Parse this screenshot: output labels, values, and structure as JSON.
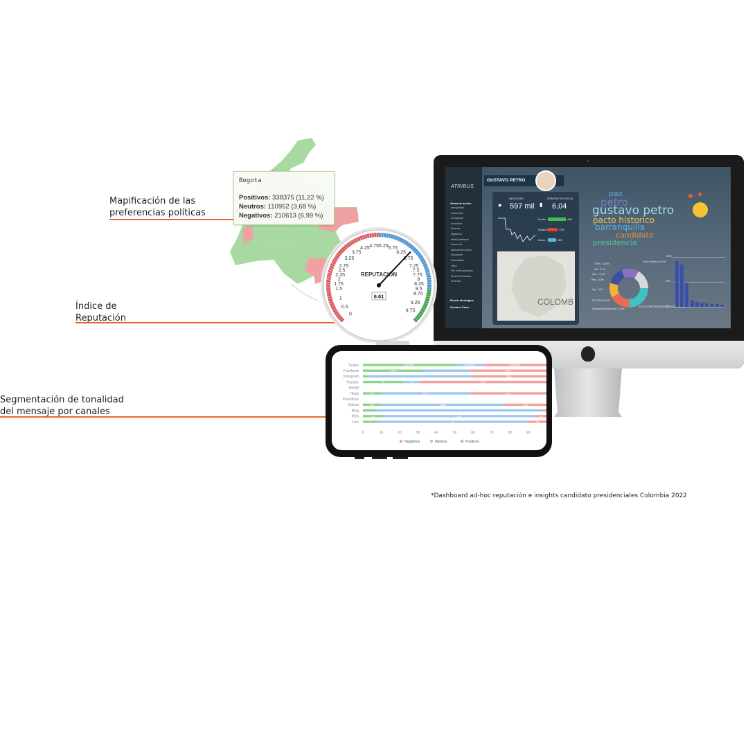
{
  "callouts": {
    "map": {
      "line1": "Mapificación de las",
      "line2": "preferencias políticas"
    },
    "reputation": {
      "line1": "Índice de",
      "line2": "Reputación"
    },
    "channels": {
      "line1": "Segmentación de tonalidad",
      "line2": "del mensaje por canales"
    }
  },
  "map_tooltip": {
    "city": "Bogota",
    "positivos_label": "Positivos:",
    "positivos_value": "338375 (11,22 %)",
    "neutros_label": "Neutros:",
    "neutros_value": "110952 (3,68 %)",
    "negativos_label": "Negativos:",
    "negativos_value": "210613 (6,99 %)"
  },
  "gauge": {
    "title": "REPUTACIÓN",
    "value": 6.61,
    "value_label": "6.61",
    "min": 0,
    "max": 10,
    "tick_labels": [
      "0",
      "0.5",
      "1",
      "1.5",
      "1.75",
      "2",
      "2.25",
      "2.5",
      "2.75",
      "3.25",
      "3.75",
      "4.25",
      "4.75",
      "5.25",
      "5.75",
      "6.25",
      "6.75",
      "7.25",
      "7.5",
      "7.75",
      "8",
      "8.25",
      "8.5",
      "8.75",
      "9.25",
      "9.75"
    ]
  },
  "dashboard": {
    "logo": "ATRIBUS",
    "candidate": "GUSTAVO PETRO",
    "sidebar_heading": "Áreas de acción",
    "sidebar_items": [
      "Inseguridad",
      "Desempleo",
      "Corrupción",
      "Economía",
      "Pobreza",
      "Migración",
      "Medio Ambiente",
      "Desarrollo",
      "Agricultura-Campo",
      "Educación",
      "Narcotráfico",
      "Vejez",
      "Rel. Internacionales",
      "Servicios Públicos",
      "Vivienda"
    ],
    "sidebar_footer": [
      "Escala ideológica",
      "Gustavo Petro"
    ],
    "menciones_label": "MENCIONES",
    "menciones_value": "597 mil",
    "termometro_label": "TERMÓMETRO SOCIAL",
    "termometro_value": "6,04",
    "sentiment_rows": [
      {
        "label": "Positivo",
        "value": "40%",
        "color": "#3fbf4f",
        "fraction": 0.4
      },
      {
        "label": "Negativo",
        "value": "22%",
        "color": "#e5413b",
        "fraction": 0.22
      },
      {
        "label": "Neutro",
        "value": "18%",
        "color": "#5ab7d6",
        "fraction": 0.18
      }
    ],
    "map_label": "COLOMB",
    "wordcloud": [
      {
        "text": "paz",
        "color": "#6aa0d8"
      },
      {
        "text": "petro",
        "color": "#6d7fc4"
      },
      {
        "text": "gustavo petro",
        "color": "#9fd9e9"
      },
      {
        "text": "pacto historico",
        "color": "#e8c15a"
      },
      {
        "text": "barranquilla",
        "color": "#5bb0e6"
      },
      {
        "text": "candidato",
        "color": "#e8913d"
      },
      {
        "text": "presidencia",
        "color": "#55c29a"
      }
    ],
    "donut_labels": [
      "Pacto Histórico 25,0%",
      "TV/Pr... 6,52%",
      "Vill... 5,7%",
      "Soci... 5,4%",
      "Rep... 5,0%",
      "Ing... 3,6%",
      "POLÍTICA 5,26%",
      "Campaña Presidencial 12,29%",
      "ELECCIONES PRESIDENCIALES 17,09%"
    ],
    "bar_values": [
      92,
      85,
      48,
      12,
      10,
      8,
      7,
      6,
      5,
      4
    ],
    "bar_axis": [
      "0%",
      "50%",
      "100%"
    ]
  },
  "chart_data": {
    "type": "bar",
    "orientation": "horizontal",
    "stacked": true,
    "categories": [
      "Twitter",
      "Facebook",
      "Instagram",
      "Youtube",
      "Reddit",
      "Tiktok",
      "Periódicos",
      "Noticia",
      "Blog",
      "Web",
      "Foro"
    ],
    "series": [
      {
        "name": "Positivos",
        "color": "#8fd18a",
        "values": [
          50,
          33,
          3,
          22,
          0,
          10,
          0,
          10,
          7,
          11,
          8
        ]
      },
      {
        "name": "Neutros",
        "color": "#9dc7f0",
        "values": [
          16,
          25,
          56,
          9,
          0,
          48,
          0,
          67,
          90,
          83,
          82
        ]
      },
      {
        "name": "Negativos",
        "color": "#f2a09a",
        "values": [
          34,
          42,
          41,
          69,
          0,
          42,
          0,
          23,
          3,
          6,
          10
        ]
      }
    ],
    "bar_labels": [
      [
        "1315756",
        "465328",
        "866773"
      ],
      [
        "1653",
        "",
        "1296"
      ],
      [
        "",
        "",
        "186"
      ],
      [
        "25",
        "24",
        "287"
      ],
      [
        "",
        "",
        ""
      ],
      [
        "41",
        "149",
        "176"
      ],
      [
        "",
        "",
        ""
      ],
      [
        "456",
        "1956",
        "488"
      ],
      [
        "",
        "7",
        "1"
      ],
      [
        "33",
        "242",
        "28"
      ],
      [
        "4",
        "40",
        "28"
      ]
    ],
    "xticks": [
      "0",
      "10",
      "20",
      "30",
      "40",
      "50",
      "60",
      "70",
      "80",
      "90"
    ],
    "xlim": [
      0,
      100
    ],
    "legend": [
      "Negativos",
      "Neutros",
      "Positivos"
    ],
    "legend_position": "bottom"
  },
  "footnote": "*Dashboard ad-hoc reputación e insights candidato presidenciales Colombia 2022"
}
